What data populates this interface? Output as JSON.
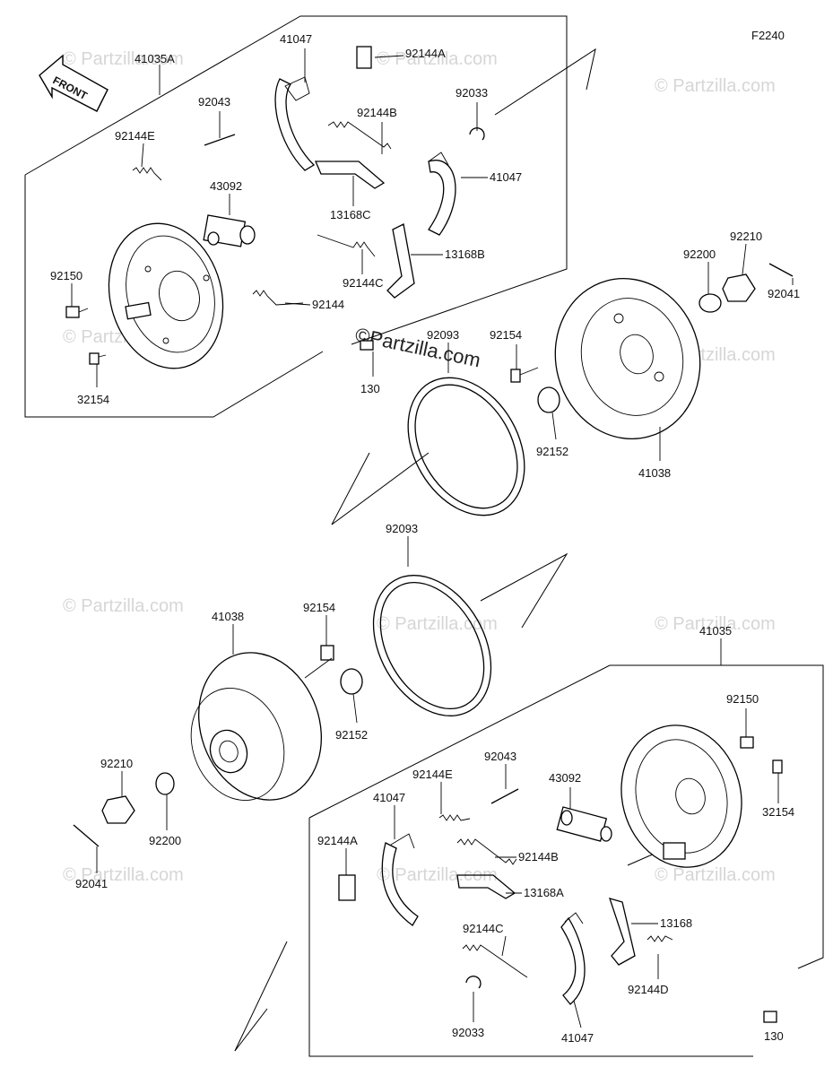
{
  "diagram_code": "F2240",
  "front_label": "FRONT",
  "watermark": "© Partzilla.com",
  "watermark_center": "©Partzilla.com",
  "labels": {
    "t_41035A": "41035A",
    "t_41047_a": "41047",
    "t_92144A_a": "92144A",
    "t_92043_a": "92043",
    "t_92144B_a": "92144B",
    "t_92033_a": "92033",
    "t_92144E_a": "92144E",
    "t_41047_b": "41047",
    "t_43092_a": "43092",
    "t_13168C": "13168C",
    "t_92210_a": "92210",
    "t_92200_a": "92200",
    "t_92041_a": "92041",
    "t_13168B": "13168B",
    "t_92144C_a": "92144C",
    "t_92150_a": "92150",
    "t_92144": "92144",
    "t_92093_a": "92093",
    "t_92154_a": "92154",
    "t_130_a": "130",
    "t_32154_a": "32154",
    "t_92152_a": "92152",
    "t_41038_a": "41038",
    "t_92093_b": "92093",
    "t_41038_b": "41038",
    "t_92154_b": "92154",
    "t_41035": "41035",
    "t_92150_b": "92150",
    "t_92152_b": "92152",
    "t_92043_b": "92043",
    "t_92144E_b": "92144E",
    "t_43092_b": "43092",
    "t_92210_b": "92210",
    "t_32154_b": "32154",
    "t_41047_c": "41047",
    "t_92144A_b": "92144A",
    "t_92144B_b": "92144B",
    "t_92200_b": "92200",
    "t_13168A": "13168A",
    "t_92041_b": "92041",
    "t_92144C_b": "92144C",
    "t_13168": "13168",
    "t_92144D": "92144D",
    "t_92033_b": "92033",
    "t_41047_d": "41047",
    "t_130_b": "130"
  }
}
